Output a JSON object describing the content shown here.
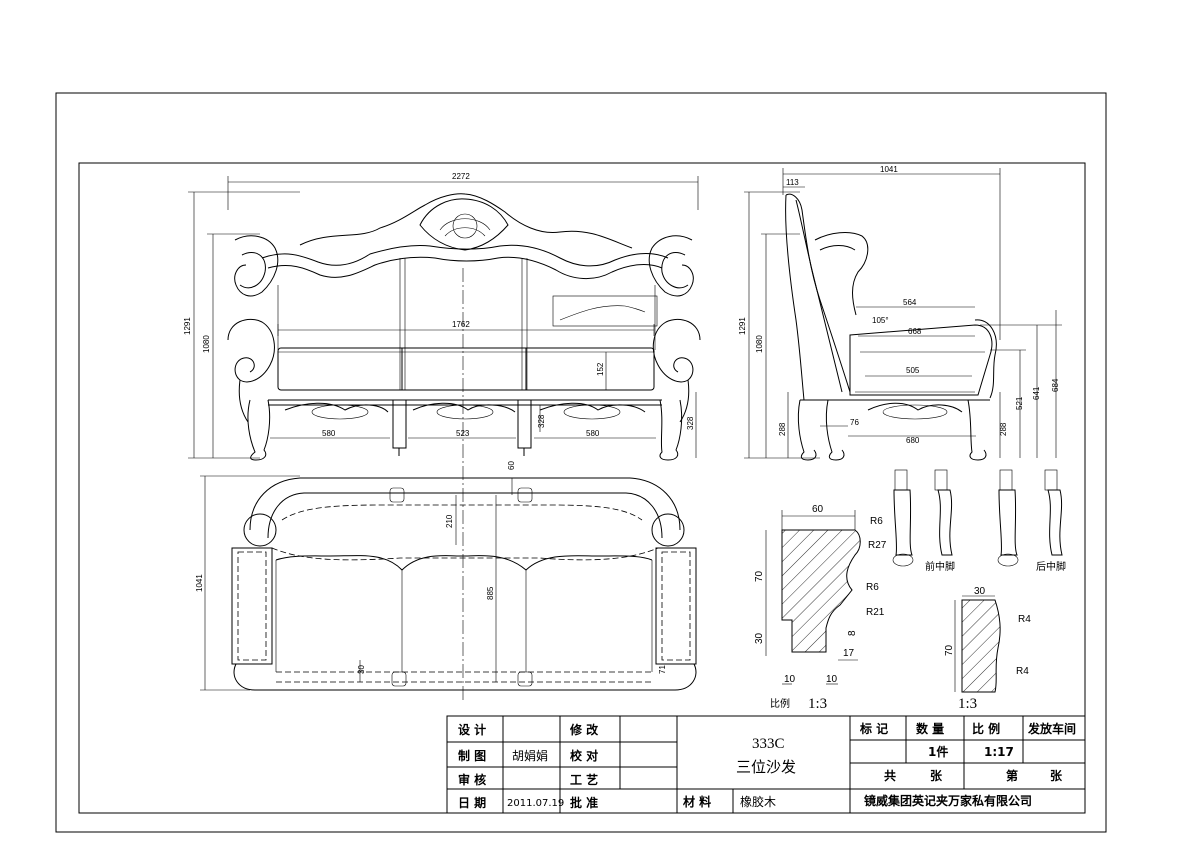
{
  "front_view": {
    "overall_width": "2272",
    "overall_height": "1291",
    "back_height": "1080",
    "seat_width": "1762",
    "cushion_thickness": "152",
    "leg_height": "328",
    "center_leg_height": "328",
    "left_cushion": "580",
    "center_cushion": "523",
    "right_cushion": "580"
  },
  "side_view": {
    "overall_depth": "1041",
    "top_offset": "113",
    "overall_height": "1291",
    "back_height": "1080",
    "seat_depth": "564",
    "recline_angle": "105°",
    "cushion_depth": "668",
    "inner_depth": "505",
    "base_height_left": "288",
    "base_height_right": "288",
    "leg_offset": "76",
    "base_depth": "680",
    "seat_height": "521",
    "arm_height": "641",
    "arm_top": "684"
  },
  "top_view": {
    "depth": "1041",
    "frame_width": "60",
    "back_offset": "210",
    "inner_depth": "885",
    "leg_offset": "30",
    "arm_offset": "71"
  },
  "section_a": {
    "width": "60",
    "height": "70",
    "lower_height": "30",
    "r1": "R6",
    "r2": "R27",
    "r3": "R6",
    "r4": "R21",
    "groove": "8",
    "groove_w": "17",
    "left_w": "10",
    "right_w": "10",
    "scale_label": "比例",
    "scale": "1:3"
  },
  "section_b": {
    "width": "30",
    "height": "70",
    "r1": "R4",
    "r2": "R4",
    "scale": "1:3"
  },
  "legs": {
    "front_label": "前中脚",
    "back_label": "后中脚"
  },
  "title_block": {
    "design_label": "设 计",
    "drawing_label": "制 图",
    "drawer": "胡娟娟",
    "review_label": "审 核",
    "date_label": "日 期",
    "date": "2011.07.19",
    "modify_label": "修 改",
    "check_label": "校 对",
    "process_label": "工 艺",
    "approve_label": "批 准",
    "model": "333C",
    "product_name": "三位沙发",
    "material_label": "材 料",
    "material": "橡胶木",
    "mark_label": "标 记",
    "qty_label": "数 量",
    "scale_label": "比 例",
    "dept": "发放车间",
    "qty": "1件",
    "scale": "1:17",
    "total_label": "共",
    "sheets_label": "张",
    "no_label": "第",
    "no_sheets_label": "张",
    "company": "镜威集团英记夹万家私有限公司"
  }
}
